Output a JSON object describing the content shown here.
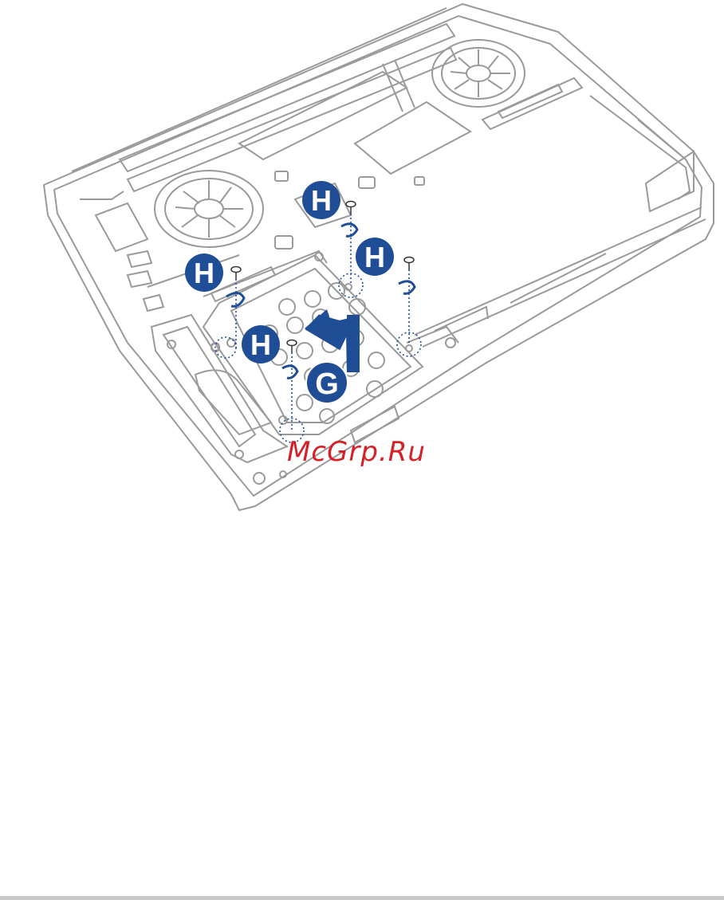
{
  "figure": {
    "screw_callouts": [
      {
        "label": "H"
      },
      {
        "label": "H"
      },
      {
        "label": "H"
      },
      {
        "label": "H"
      }
    ],
    "lift_callout": {
      "label": "G"
    },
    "watermark": "McGrp.Ru"
  },
  "colors": {
    "callout_fill": "#1f4e96",
    "callout_text": "#ffffff",
    "line_art": "#9a9a9a",
    "watermark": "#d61f26",
    "rule": "#c9c9c9"
  },
  "icons": [
    "screw-icon",
    "rotate-arrow-icon",
    "lift-arrow-icon"
  ]
}
